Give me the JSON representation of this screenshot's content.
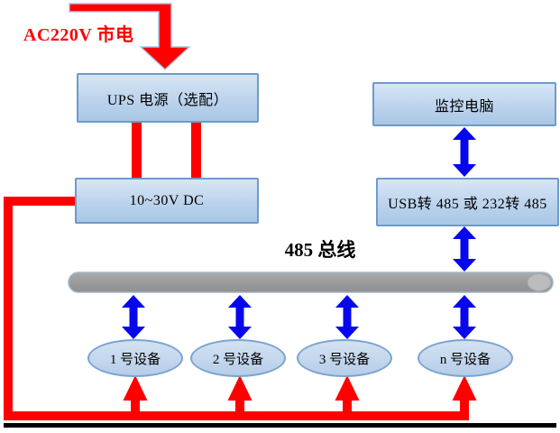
{
  "diagram": {
    "power_input": {
      "label": "AC220V 市电"
    },
    "nodes": {
      "ups": {
        "label": "UPS 电源（选配）"
      },
      "dc_power": {
        "label": "10~30V DC"
      },
      "monitor_pc": {
        "label": "监控电脑"
      },
      "converter": {
        "label": "USB转 485 或 232转 485"
      },
      "bus": {
        "label": "485 总线"
      }
    },
    "devices": [
      {
        "label": "1 号设备"
      },
      {
        "label": "2 号设备"
      },
      {
        "label": "3 号设备"
      },
      {
        "label": "n 号设备"
      }
    ],
    "colors": {
      "power_line_red": "#ff0000",
      "data_arrow_blue": "#0707ee",
      "node_fill_light": "#d8e6f6",
      "node_fill_dark": "#a9c7e6",
      "node_border": "#6d9bcb",
      "bus_bar_gray": "#9b9b9b",
      "baseline_black": "#000000",
      "power_text_red": "#ff0000",
      "label_text_black": "#000000"
    }
  }
}
